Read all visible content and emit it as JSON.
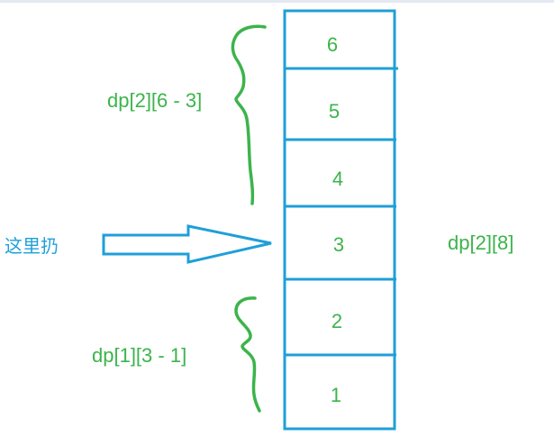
{
  "stack": {
    "cells": [
      "6",
      "5",
      "4",
      "3",
      "2",
      "1"
    ]
  },
  "annotations": {
    "upper_brace_label": "dp[2][6 - 3]",
    "lower_brace_label": "dp[1][3 - 1]",
    "right_label": "dp[2][8]",
    "arrow_label": "这里扔"
  },
  "colors": {
    "box_stroke": "#1f9fd8",
    "arrow_stroke": "#1f9fd8",
    "annotation_green": "#3cb44b",
    "arrow_text": "#1f9fd8"
  }
}
